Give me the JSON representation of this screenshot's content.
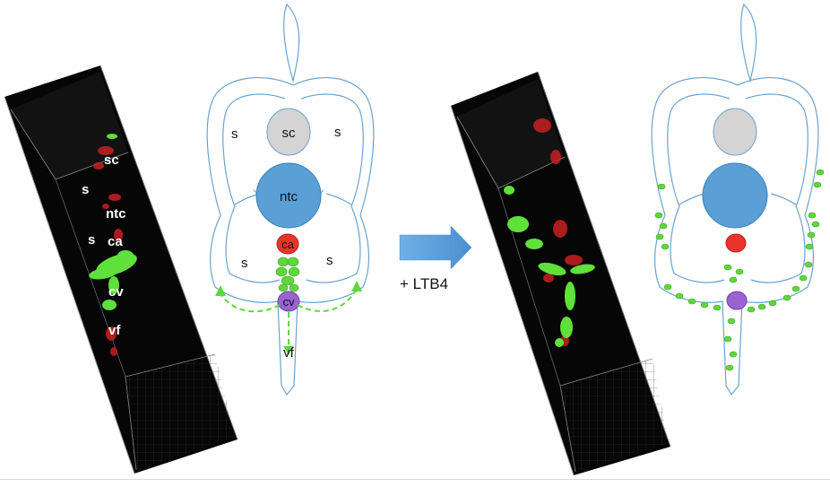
{
  "figure": {
    "left_panel": {
      "micro_labels": {
        "sc": "sc",
        "s1": "s",
        "ntc": "ntc",
        "s2": "s",
        "ca": "ca",
        "cv": "cv",
        "vf": "vf"
      }
    },
    "schematic_1": {
      "labels": {
        "s_ul": "s",
        "s_ur": "s",
        "s_ll": "s",
        "s_lr": "s",
        "sc": "sc",
        "ntc": "ntc",
        "ca": "ca",
        "cv": "cv",
        "vf": "vf"
      }
    },
    "treatment": {
      "label": "+ LTB4"
    },
    "colors": {
      "ntc": "#5a9fd6",
      "sc": "#d4d4d4",
      "ca": "#e8352b",
      "cv": "#9a63d0",
      "cells": "#5fd63c",
      "outline": "#6aa2cf",
      "arrow": "#5aa0dc"
    }
  }
}
